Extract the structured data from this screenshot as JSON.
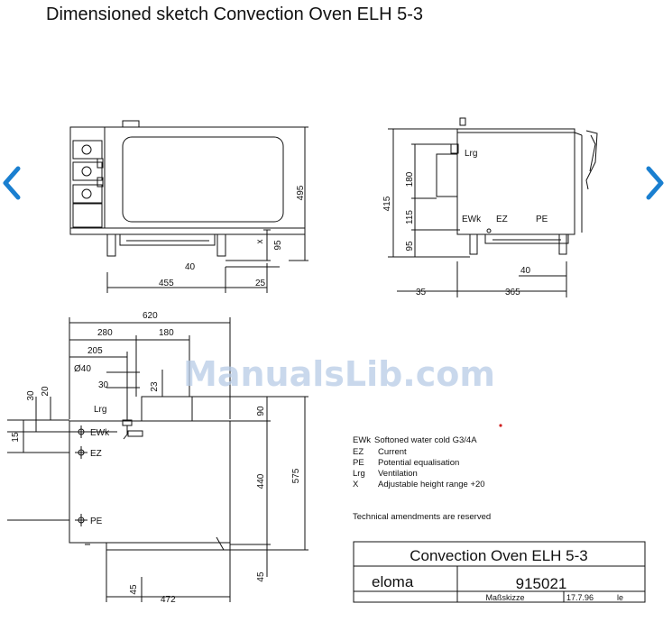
{
  "header": {
    "title": "Dimensioned sketch Convection Oven ELH 5-3"
  },
  "navigation": {
    "prev_icon": "chevron-left-icon",
    "next_icon": "chevron-right-icon",
    "accent": "#1a7fd0"
  },
  "watermark": "ManualsLib.com",
  "front_view": {
    "height": "495",
    "x": "x",
    "feet_height": "95",
    "d40": "40",
    "width": "455",
    "right_offset": "25"
  },
  "side_view": {
    "total": "415",
    "d180": "180",
    "d115": "115",
    "d95": "95",
    "lrg": "Lrg",
    "ewk": "EWk",
    "ez": "EZ",
    "pe": "PE",
    "d40": "40",
    "d35": "35",
    "d365": "365"
  },
  "top_view": {
    "d620": "620",
    "d280": "280",
    "d180": "180",
    "d205": "205",
    "dia40": "Ø40",
    "d30": "30",
    "d23": "23",
    "lrg": "Lrg",
    "left30": "30",
    "left20": "20",
    "left15": "15",
    "ewk": "EWk",
    "ez": "EZ",
    "pe": "PE",
    "d90": "90",
    "d440": "440",
    "d575": "575",
    "d45v": "45",
    "d45h": "45",
    "d472": "472"
  },
  "legend": [
    {
      "code": "EWk",
      "text": "Softoned water cold G3/4A"
    },
    {
      "code": "EZ",
      "text": "Current"
    },
    {
      "code": "PE",
      "text": "Potential equalisation"
    },
    {
      "code": "Lrg",
      "text": "Ventilation"
    },
    {
      "code": "X",
      "text": "Adjustable height range +20"
    }
  ],
  "note": "Technical amendments are reserved",
  "title_block": {
    "name": "Convection Oven ELH 5-3",
    "brand": "eloma",
    "number": "915021",
    "sheet": "Maßskizze",
    "date": "17.7.96",
    "initials": "le"
  }
}
